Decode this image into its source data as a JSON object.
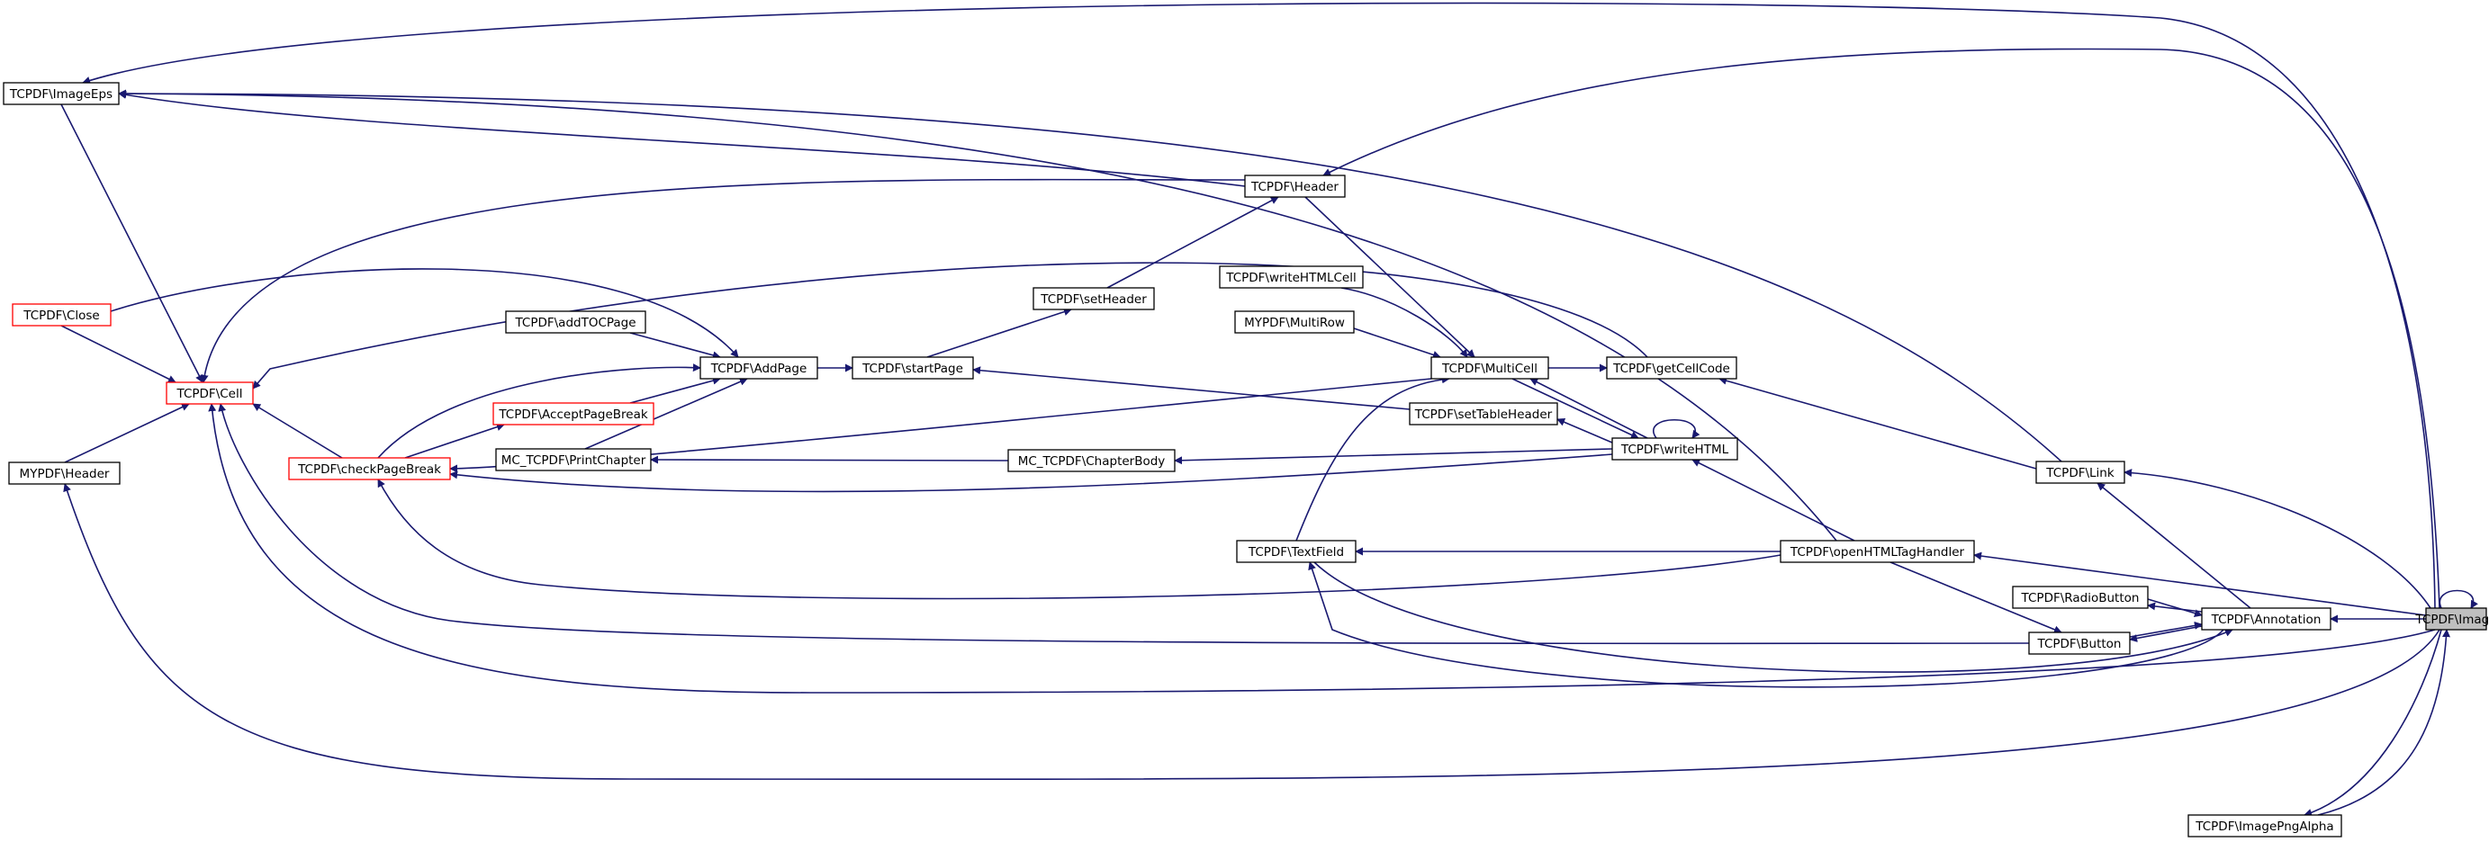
{
  "graph": {
    "colors": {
      "edge": "#191970",
      "node_border": "#000000",
      "truncated_border": "#ff0000",
      "focus_fill": "#bfbfbf"
    },
    "nodes": [
      {
        "id": "image",
        "label": "TCPDF\\Image",
        "style": "focus"
      },
      {
        "id": "imageeps",
        "label": "TCPDF\\ImageEps",
        "style": "normal"
      },
      {
        "id": "close",
        "label": "TCPDF\\Close",
        "style": "truncated"
      },
      {
        "id": "cell",
        "label": "TCPDF\\Cell",
        "style": "truncated"
      },
      {
        "id": "mypdfheader",
        "label": "MYPDF\\Header",
        "style": "normal"
      },
      {
        "id": "checkpagebreak",
        "label": "TCPDF\\checkPageBreak",
        "style": "truncated"
      },
      {
        "id": "addtocpage",
        "label": "TCPDF\\addTOCPage",
        "style": "normal"
      },
      {
        "id": "acceptpagebreak",
        "label": "TCPDF\\AcceptPageBreak",
        "style": "truncated"
      },
      {
        "id": "printchapter",
        "label": "MC_TCPDF\\PrintChapter",
        "style": "normal"
      },
      {
        "id": "addpage",
        "label": "TCPDF\\AddPage",
        "style": "normal"
      },
      {
        "id": "startpage",
        "label": "TCPDF\\startPage",
        "style": "normal"
      },
      {
        "id": "setheader",
        "label": "TCPDF\\setHeader",
        "style": "normal"
      },
      {
        "id": "header",
        "label": "TCPDF\\Header",
        "style": "normal"
      },
      {
        "id": "writehtmlcell",
        "label": "TCPDF\\writeHTMLCell",
        "style": "normal"
      },
      {
        "id": "multirow",
        "label": "MYPDF\\MultiRow",
        "style": "normal"
      },
      {
        "id": "multicell",
        "label": "TCPDF\\MultiCell",
        "style": "normal"
      },
      {
        "id": "getcellcode",
        "label": "TCPDF\\getCellCode",
        "style": "normal"
      },
      {
        "id": "settableheader",
        "label": "TCPDF\\setTableHeader",
        "style": "normal"
      },
      {
        "id": "chapterbody",
        "label": "MC_TCPDF\\ChapterBody",
        "style": "normal"
      },
      {
        "id": "writehtml",
        "label": "TCPDF\\writeHTML",
        "style": "normal"
      },
      {
        "id": "textfield",
        "label": "TCPDF\\TextField",
        "style": "normal"
      },
      {
        "id": "openhtmltaghandler",
        "label": "TCPDF\\openHTMLTagHandler",
        "style": "normal"
      },
      {
        "id": "link",
        "label": "TCPDF\\Link",
        "style": "normal"
      },
      {
        "id": "radiobutton",
        "label": "TCPDF\\RadioButton",
        "style": "normal"
      },
      {
        "id": "button",
        "label": "TCPDF\\Button",
        "style": "normal"
      },
      {
        "id": "annotation",
        "label": "TCPDF\\Annotation",
        "style": "normal"
      },
      {
        "id": "imagepngalpha",
        "label": "TCPDF\\ImagePngAlpha",
        "style": "normal"
      }
    ],
    "edges": [
      {
        "from": "image",
        "to": "image"
      },
      {
        "from": "image",
        "to": "imageeps"
      },
      {
        "from": "image",
        "to": "cell"
      },
      {
        "from": "image",
        "to": "mypdfheader"
      },
      {
        "from": "image",
        "to": "header"
      },
      {
        "from": "image",
        "to": "openhtmltaghandler"
      },
      {
        "from": "image",
        "to": "link"
      },
      {
        "from": "image",
        "to": "annotation"
      },
      {
        "from": "image",
        "to": "imagepngalpha"
      },
      {
        "from": "imagepngalpha",
        "to": "image"
      },
      {
        "from": "imageeps",
        "to": "cell"
      },
      {
        "from": "header",
        "to": "imageeps"
      },
      {
        "from": "header",
        "to": "cell"
      },
      {
        "from": "header",
        "to": "multicell"
      },
      {
        "from": "openhtmltaghandler",
        "to": "imageeps"
      },
      {
        "from": "openhtmltaghandler",
        "to": "checkpagebreak"
      },
      {
        "from": "openhtmltaghandler",
        "to": "textfield"
      },
      {
        "from": "openhtmltaghandler",
        "to": "writehtml"
      },
      {
        "from": "openhtmltaghandler",
        "to": "button"
      },
      {
        "from": "link",
        "to": "imageeps"
      },
      {
        "from": "link",
        "to": "getcellcode"
      },
      {
        "from": "annotation",
        "to": "link"
      },
      {
        "from": "annotation",
        "to": "radiobutton"
      },
      {
        "from": "annotation",
        "to": "button"
      },
      {
        "from": "annotation",
        "to": "textfield"
      },
      {
        "from": "radiobutton",
        "to": "annotation"
      },
      {
        "from": "button",
        "to": "annotation"
      },
      {
        "from": "button",
        "to": "cell"
      },
      {
        "from": "textfield",
        "to": "multicell"
      },
      {
        "from": "textfield",
        "to": "annotation"
      },
      {
        "from": "close",
        "to": "cell"
      },
      {
        "from": "mypdfheader",
        "to": "cell"
      },
      {
        "from": "checkpagebreak",
        "to": "cell"
      },
      {
        "from": "checkpagebreak",
        "to": "acceptpagebreak"
      },
      {
        "from": "checkpagebreak",
        "to": "addpage"
      },
      {
        "from": "multicell",
        "to": "checkpagebreak"
      },
      {
        "from": "multicell",
        "to": "getcellcode"
      },
      {
        "from": "multicell",
        "to": "writehtml"
      },
      {
        "from": "writehtml",
        "to": "checkpagebreak"
      },
      {
        "from": "writehtml",
        "to": "multicell"
      },
      {
        "from": "writehtml",
        "to": "writehtml"
      },
      {
        "from": "writehtml",
        "to": "settableheader"
      },
      {
        "from": "writehtml",
        "to": "chapterbody"
      },
      {
        "from": "getcellcode",
        "to": "cell"
      },
      {
        "from": "writehtmlcell",
        "to": "multicell"
      },
      {
        "from": "multirow",
        "to": "multicell"
      },
      {
        "from": "settableheader",
        "to": "startpage"
      },
      {
        "from": "chapterbody",
        "to": "printchapter"
      },
      {
        "from": "printchapter",
        "to": "addpage"
      },
      {
        "from": "acceptpagebreak",
        "to": "addpage"
      },
      {
        "from": "addtocpage",
        "to": "addpage"
      },
      {
        "from": "close",
        "to": "addpage"
      },
      {
        "from": "addpage",
        "to": "startpage"
      },
      {
        "from": "startpage",
        "to": "setheader"
      },
      {
        "from": "setheader",
        "to": "header"
      }
    ]
  }
}
